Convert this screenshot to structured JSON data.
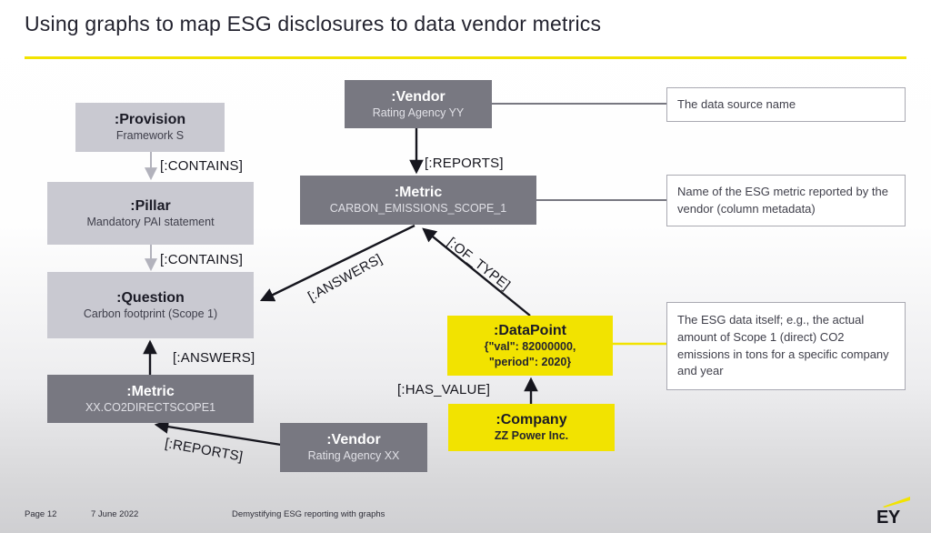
{
  "slide": {
    "title": "Using graphs to map ESG disclosures to data vendor metrics",
    "colors": {
      "accent_yellow": "#f2e300",
      "node_dark": "#787881",
      "node_light": "#c9c9d1",
      "edge_black": "#16161e",
      "edge_light": "#b2b2bc"
    }
  },
  "nodes": {
    "provision": {
      "label": ":Provision",
      "sublabel": "Framework S"
    },
    "pillar": {
      "label": ":Pillar",
      "sublabel": "Mandatory PAI statement"
    },
    "question": {
      "label": ":Question",
      "sublabel": "Carbon footprint (Scope 1)"
    },
    "metric_xx": {
      "label": ":Metric",
      "sublabel": "XX.CO2DIRECTSCOPE1"
    },
    "vendor_xx": {
      "label": ":Vendor",
      "sublabel": "Rating Agency XX"
    },
    "vendor_yy": {
      "label": ":Vendor",
      "sublabel": "Rating Agency YY"
    },
    "metric_center": {
      "label": ":Metric",
      "sublabel": "CARBON_EMISSIONS_SCOPE_1"
    },
    "datapoint": {
      "label": ":DataPoint",
      "sub1": "{\"val\": 82000000,",
      "sub2": "\"period\": 2020}"
    },
    "company": {
      "label": ":Company",
      "sublabel": "ZZ Power Inc."
    }
  },
  "edges": {
    "contains_1": "[:CONTAINS]",
    "contains_2": "[:CONTAINS]",
    "reports_yy": "[:REPORTS]",
    "reports_xx": "[:REPORTS]",
    "answers_center": "[:ANSWERS]",
    "answers_xx": "[:ANSWERS]",
    "of_type": "[:OF_TYPE]",
    "has_value": "[:HAS_VALUE]"
  },
  "annotations": {
    "vendor": "The data source name",
    "metric": "Name of the ESG metric reported by the vendor (column metadata)",
    "datapoint": "The ESG data itself; e.g., the actual amount of Scope 1 (direct) CO2 emissions in tons for a specific company and year"
  },
  "footer": {
    "page": "Page 12",
    "date": "7 June 2022",
    "deck_title": "Demystifying ESG reporting with graphs",
    "logo": "EY"
  }
}
